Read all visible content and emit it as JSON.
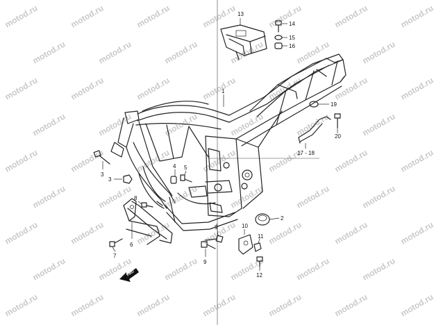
{
  "watermark": "motod.ru",
  "fwd_label": "FWD",
  "callouts": {
    "c1": "1",
    "c2": "2",
    "c3": "3",
    "c3b": "3",
    "c4": "4",
    "c5": "5",
    "c6": "6",
    "c7": "7",
    "c8": "8",
    "c9a": "9",
    "c9b": "9",
    "c10": "10",
    "c11": "11",
    "c12": "12",
    "c13": "13",
    "c14": "14",
    "c15": "15",
    "c16": "16",
    "c17_18": "17 - 18",
    "c19": "19",
    "c20": "20"
  }
}
